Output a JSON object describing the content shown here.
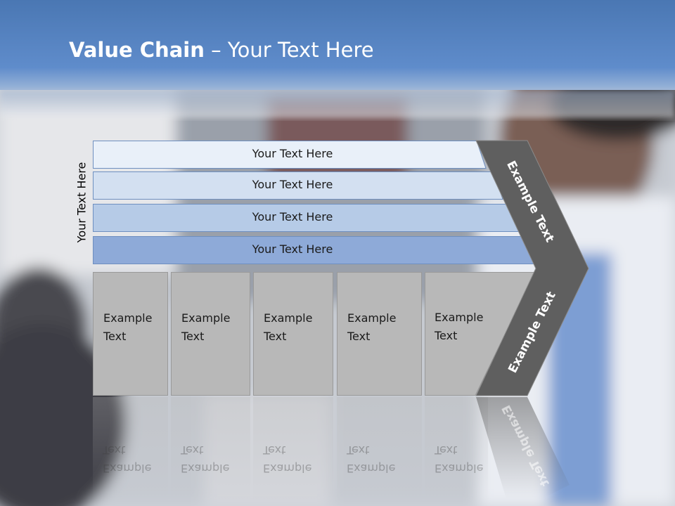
{
  "title": {
    "bold": "Value Chain",
    "rest": " – Your Text Here"
  },
  "side_label": "Your Text Here",
  "rows": [
    {
      "label": "Your Text Here",
      "color": "#e9f0f9"
    },
    {
      "label": "Your Text Here",
      "color": "#d3e0f1"
    },
    {
      "label": "Your Text Here",
      "color": "#b6cbe7"
    },
    {
      "label": "Your Text Here",
      "color": "#8eaad8"
    }
  ],
  "boxes": [
    {
      "label": "Example\nText"
    },
    {
      "label": "Example\nText"
    },
    {
      "label": "Example\nText"
    },
    {
      "label": "Example\nText"
    },
    {
      "label": "Example\nText"
    }
  ],
  "chevron": {
    "upper": "Example Text",
    "lower": "Example Text",
    "color": "#5f5f5f"
  },
  "colors": {
    "header": "#5a87c4",
    "row_border": "#6e8fc0"
  }
}
